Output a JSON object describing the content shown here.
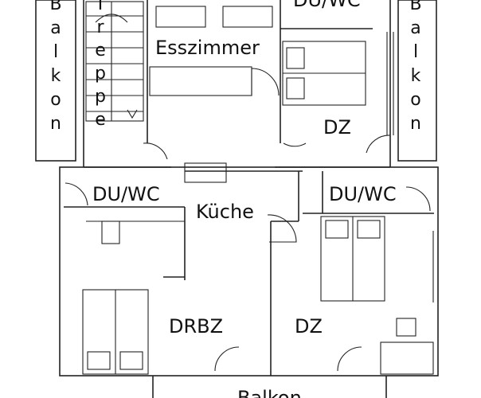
{
  "rooms": {
    "balkon_left": "Balkon",
    "treppe": "Treppe",
    "esszimmer": "Esszimmer",
    "duwc_top": "DU/WC",
    "balkon_right": "Balkon",
    "dz_top": "DZ",
    "duwc_left": "DU/WC",
    "kueche": "Küche",
    "duwc_right": "DU/WC",
    "drbz": "DRBZ",
    "dz_bottom": "DZ",
    "balkon_bottom": "Balkon"
  }
}
